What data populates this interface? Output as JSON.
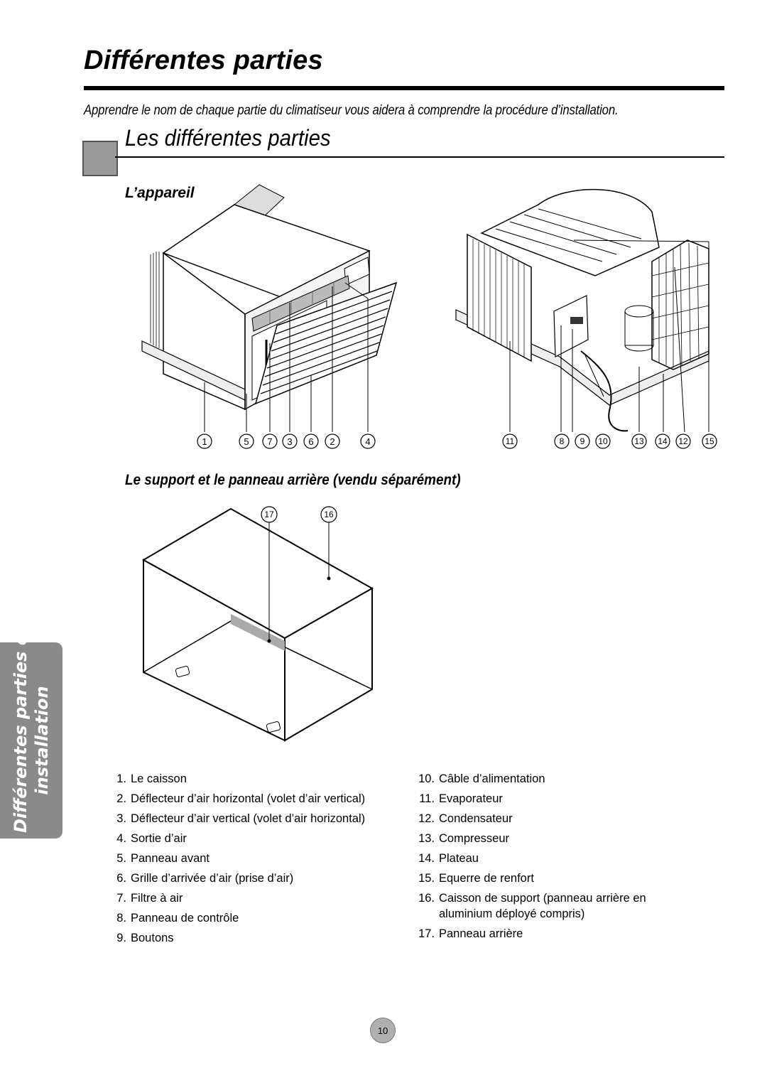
{
  "page": {
    "title": "Différentes parties",
    "intro": "Apprendre le nom de chaque partie du climatiseur vous aidera à comprendre la procédure d’installation.",
    "section_title": "Les différentes parties",
    "subsection_unit": "L’appareil",
    "subsection_support": "Le support et le panneau arrière (vendu séparément)",
    "side_tab": [
      "Différentes parties et",
      "installation"
    ],
    "page_number": "10"
  },
  "callouts": {
    "unit_front": [
      "1",
      "5",
      "7",
      "3",
      "6",
      "2",
      "4"
    ],
    "unit_back": [
      "11",
      "8",
      "9",
      "10",
      "13",
      "14",
      "12",
      "15"
    ],
    "sleeve": [
      "17",
      "16"
    ]
  },
  "legend_left": [
    {
      "num": "1.",
      "label": "Le caisson"
    },
    {
      "num": "2.",
      "label": "Déflecteur d’air horizontal (volet d’air vertical)"
    },
    {
      "num": "3.",
      "label": "Déflecteur d’air vertical (volet d’air horizontal)"
    },
    {
      "num": "4.",
      "label": "Sortie d’air"
    },
    {
      "num": "5.",
      "label": "Panneau avant"
    },
    {
      "num": "6.",
      "label": "Grille d’arrivée d’air (prise d’air)"
    },
    {
      "num": "7.",
      "label": "Filtre à air"
    },
    {
      "num": "8.",
      "label": "Panneau de contrôle"
    },
    {
      "num": "9.",
      "label": "Boutons"
    }
  ],
  "legend_right": [
    {
      "num": "10.",
      "label": "Câble d’alimentation"
    },
    {
      "num": "11.",
      "label": "Evaporateur"
    },
    {
      "num": "12.",
      "label": "Condensateur"
    },
    {
      "num": "13.",
      "label": "Compresseur"
    },
    {
      "num": "14.",
      "label": "Plateau"
    },
    {
      "num": "15.",
      "label": "Equerre de renfort"
    },
    {
      "num": "16.",
      "label": "Caisson de support (panneau arrière en aluminium déployé compris)"
    },
    {
      "num": "17.",
      "label": "Panneau arrière"
    }
  ],
  "colors": {
    "tab_gray": "#8a8a8a",
    "section_box": "#9a9a9a",
    "page_badge": "#b0b0b0"
  }
}
